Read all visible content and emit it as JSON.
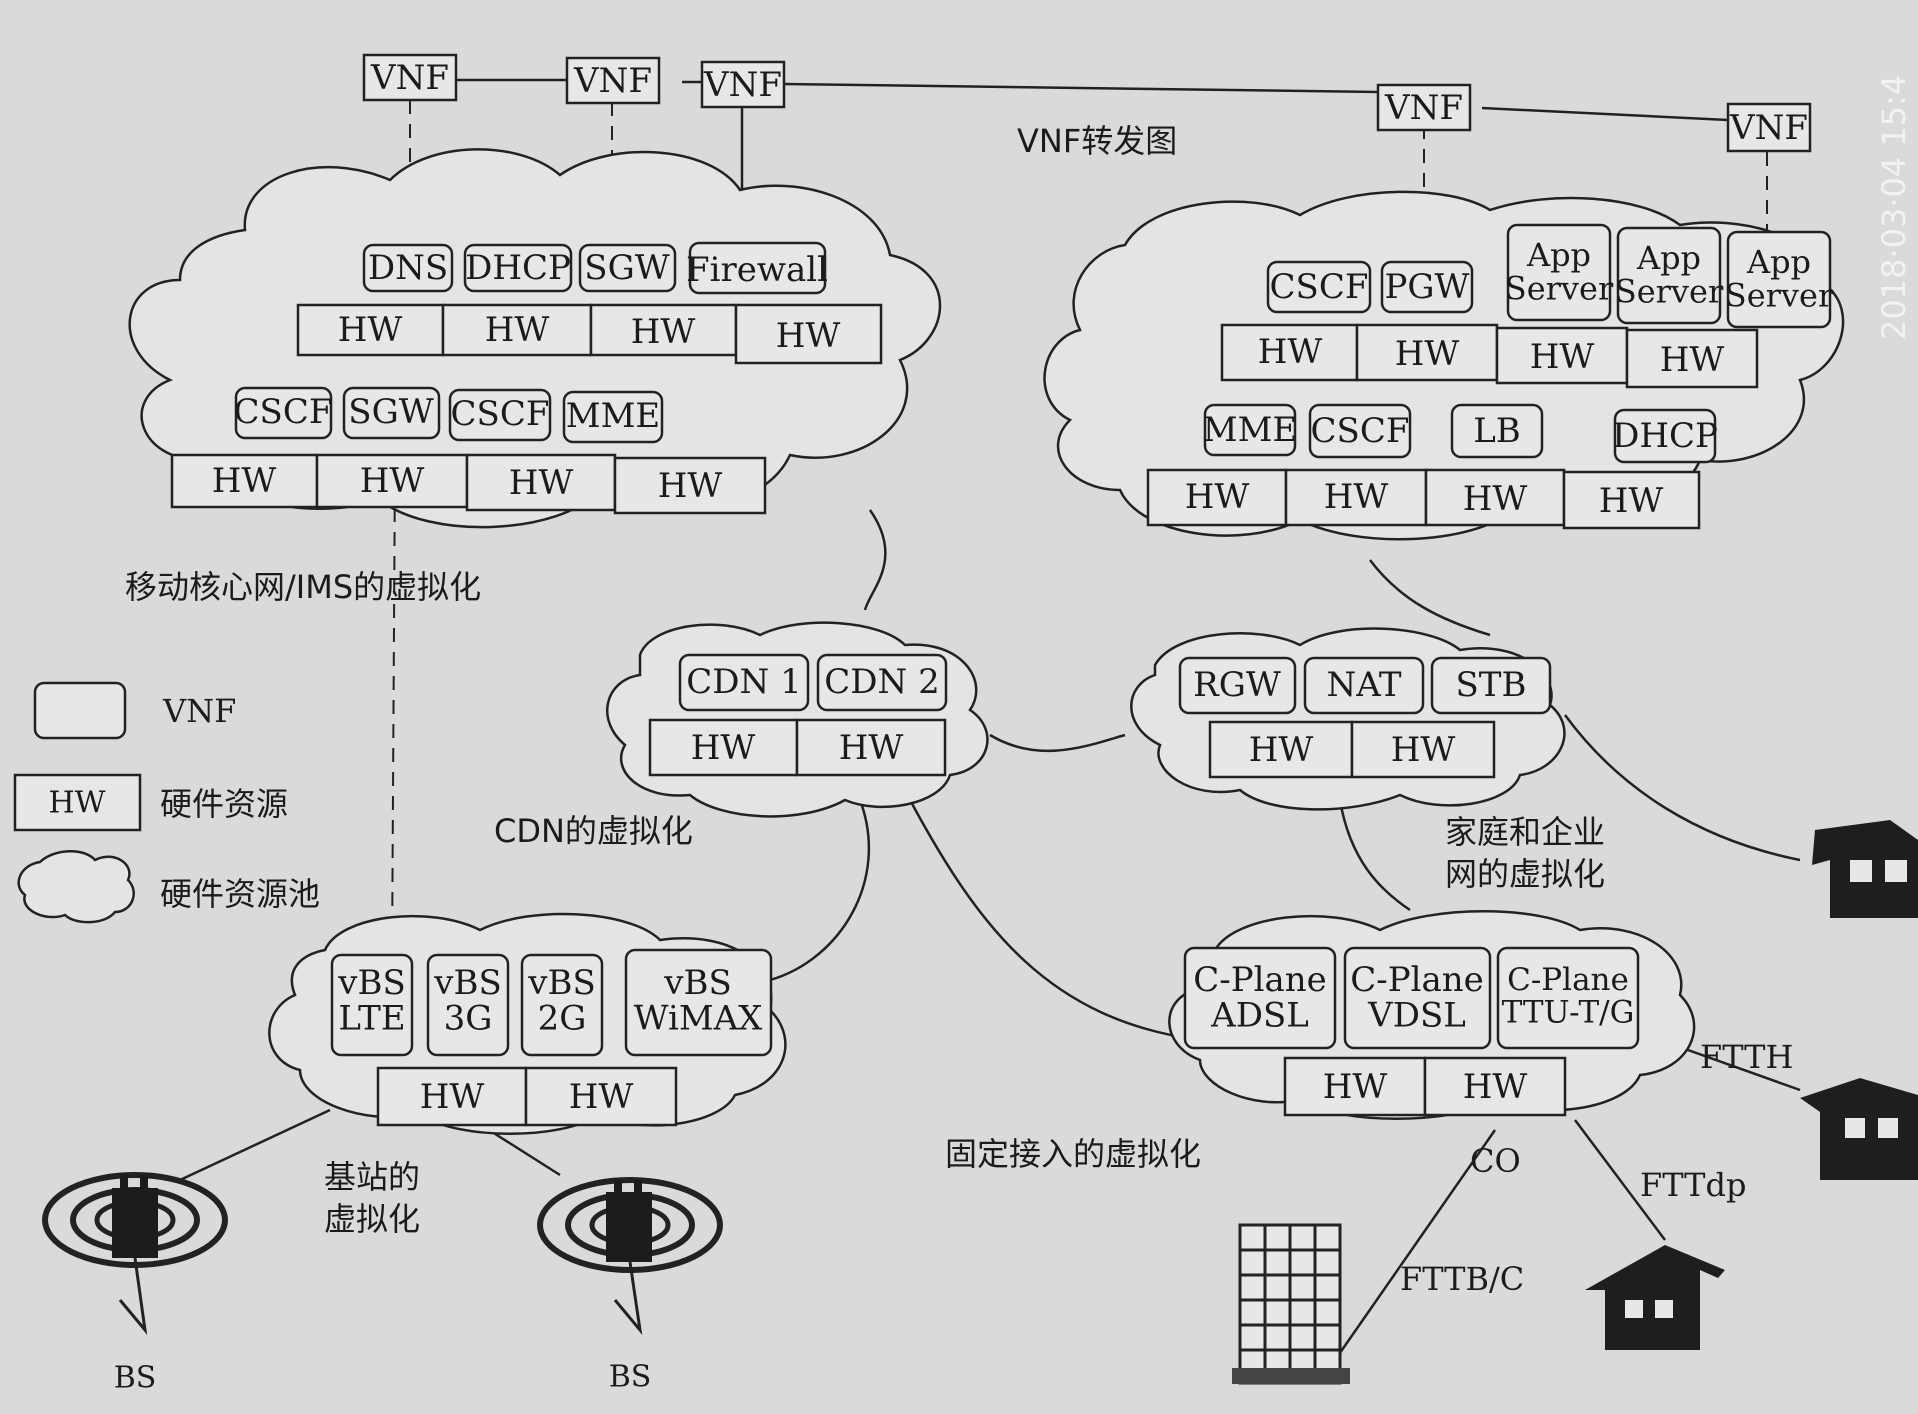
{
  "top_vnfs": [
    "VNF",
    "VNF",
    "VNF",
    "VNF",
    "VNF"
  ],
  "forwarding_graph_label": "VNF转发图",
  "mobile_core": {
    "row1": [
      "DNS",
      "DHCP",
      "SGW",
      "Firewall"
    ],
    "row2": [
      "CSCF",
      "SGW",
      "CSCF",
      "MME"
    ],
    "hw": [
      "HW",
      "HW",
      "HW",
      "HW"
    ],
    "caption": "移动核心网/IMS的虚拟化"
  },
  "right_core": {
    "row1": [
      "CSCF",
      "PGW",
      "App\nServer",
      "App\nServer",
      "App\nServer"
    ],
    "row2": [
      "MME",
      "CSCF",
      "LB",
      "DHCP"
    ],
    "hw": [
      "HW",
      "HW",
      "HW",
      "HW"
    ]
  },
  "cdn": {
    "vnfs": [
      "CDN 1",
      "CDN 2"
    ],
    "hw": [
      "HW",
      "HW"
    ],
    "caption": "CDN的虚拟化"
  },
  "home": {
    "vnfs": [
      "RGW",
      "NAT",
      "STB"
    ],
    "hw": [
      "HW",
      "HW"
    ],
    "caption_lines": [
      "家庭和企业",
      "网的虚拟化"
    ]
  },
  "base_station": {
    "vnfs": [
      "vBS\nLTE",
      "vBS\n3G",
      "vBS\n2G",
      "vBS\nWiMAX"
    ],
    "hw": [
      "HW",
      "HW"
    ],
    "caption_lines": [
      "基站的",
      "虚拟化"
    ],
    "bs_labels": [
      "BS",
      "BS"
    ]
  },
  "fixed_access": {
    "vnfs": [
      "C-Plane\nADSL",
      "C-Plane\nVDSL",
      "C-Plane\nTTU-T/G"
    ],
    "hw": [
      "HW",
      "HW"
    ],
    "caption": "固定接入的虚拟化",
    "link_labels": [
      "FTTH",
      "CO",
      "FTTdp",
      "FTTB/C"
    ]
  },
  "legend": {
    "vnf": "VNF",
    "hw_box": "HW",
    "hw": "硬件资源",
    "pool": "硬件资源池"
  },
  "stamp": "2018·03·04  15:4"
}
